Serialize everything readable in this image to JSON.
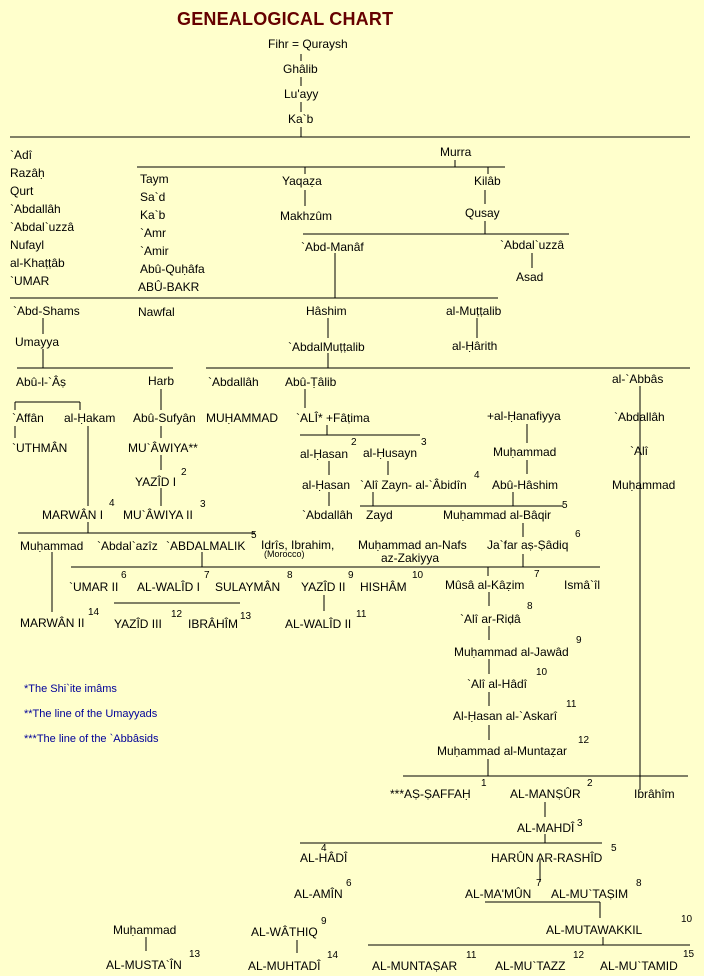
{
  "title": "GENEALOGICAL CHART",
  "legend": [
    "*The Shi`ite imâms",
    "**The line of the Umayyads",
    "***The line of the `Abbâsids"
  ],
  "nodes": [
    {
      "t": "Fihr = Quraysh"
    },
    {
      "t": "Ghâlib"
    },
    {
      "t": "Lu'ayy"
    },
    {
      "t": "Ka`b"
    },
    {
      "t": "`Adî"
    },
    {
      "t": "Razâḥ"
    },
    {
      "t": "Qurt"
    },
    {
      "t": "`Abdallâh"
    },
    {
      "t": "`Abdal`uzzâ"
    },
    {
      "t": "Nufayl"
    },
    {
      "t": "al-Khaṭṭâb"
    },
    {
      "t": "`UMAR"
    },
    {
      "t": "Murra"
    },
    {
      "t": "Taym"
    },
    {
      "t": "Sa`d"
    },
    {
      "t": "Ka`b"
    },
    {
      "t": "`Amr"
    },
    {
      "t": "`Amir"
    },
    {
      "t": "Abû-Quḥâfa"
    },
    {
      "t": "ABÛ-BAKR"
    },
    {
      "t": "Yaqaẓa"
    },
    {
      "t": "Makhzûm"
    },
    {
      "t": "Kilâb"
    },
    {
      "t": "Qusay"
    },
    {
      "t": "`Abd-Manâf"
    },
    {
      "t": "`Abdal`uzzâ"
    },
    {
      "t": "Asad"
    },
    {
      "t": "`Abd-Shams"
    },
    {
      "t": "Nawfal"
    },
    {
      "t": "Hâshim"
    },
    {
      "t": "al-Muṭṭalib"
    },
    {
      "t": "Umayya"
    },
    {
      "t": "`AbdalMuṭṭalib"
    },
    {
      "t": "al-Ḥârith"
    },
    {
      "t": "Abû-l-`Âṣ"
    },
    {
      "t": "Harb"
    },
    {
      "t": "`Abdallâh"
    },
    {
      "t": "Abû-Ṭâlib"
    },
    {
      "t": "al-`Abbâs"
    },
    {
      "t": "`Affân"
    },
    {
      "t": "al-Ḥakam"
    },
    {
      "t": "Abû-Sufyân"
    },
    {
      "t": "MUḤAMMAD"
    },
    {
      "t": "`ALÎ* +Fâṭima"
    },
    {
      "t": "+al-Ḥanafiyya"
    },
    {
      "t": "`Abdallâh"
    },
    {
      "t": "`UTHMÂN"
    },
    {
      "t": "MU`ÂWIYA**"
    },
    {
      "t": "al-Ḥasan"
    },
    {
      "t": "al-Ḥusayn"
    },
    {
      "t": "Muḥammad"
    },
    {
      "t": "`Alî"
    },
    {
      "t": "YAZÎD I"
    },
    {
      "t": "al-Ḥasan"
    },
    {
      "t": "`Alî Zayn- al-`Âbidîn"
    },
    {
      "t": "Abû-Hâshim"
    },
    {
      "t": "Muḥammad"
    },
    {
      "t": "MARWÂN I"
    },
    {
      "t": "MU`ÂWIYA II"
    },
    {
      "t": "`Abdallâh"
    },
    {
      "t": "Zayd"
    },
    {
      "t": "Muḥammad al-Bâqir"
    },
    {
      "t": "Muḥammad"
    },
    {
      "t": "`Abdal`azîz"
    },
    {
      "t": "`ABDALMALIK"
    },
    {
      "t": "Idrîs, Ibrahim,"
    },
    {
      "t": "Muḥammad an-Nafs"
    },
    {
      "t": "Ja`far aṣ-Ṣâdiq"
    },
    {
      "t": "(Morocco)"
    },
    {
      "t": "az-Zakiyya"
    },
    {
      "t": "`UMAR II"
    },
    {
      "t": "AL-WALÎD I"
    },
    {
      "t": "SULAYMÂN"
    },
    {
      "t": "YAZÎD II"
    },
    {
      "t": "HISHÂM"
    },
    {
      "t": "Mûsâ al-Kâẓim"
    },
    {
      "t": "Ismâ`îl"
    },
    {
      "t": "MARWÂN II"
    },
    {
      "t": "YAZÎD III"
    },
    {
      "t": "IBRÂHÎM"
    },
    {
      "t": "AL-WALÎD II"
    },
    {
      "t": "`Alî ar-Riḍâ"
    },
    {
      "t": "Muḥammad al-Jawâd"
    },
    {
      "t": "`Alî al-Hâdî"
    },
    {
      "t": "Al-Ḥasan al-`Askarî"
    },
    {
      "t": "Muḥammad al-Muntaẓar"
    },
    {
      "t": "***AṢ-ṢAFFAḤ"
    },
    {
      "t": "AL-MANṢÛR"
    },
    {
      "t": "Ibrâhîm"
    },
    {
      "t": "AL-MAHDÎ"
    },
    {
      "t": "AL-HÂDÎ"
    },
    {
      "t": "HARÛN AR-RASHÎD"
    },
    {
      "t": "AL-AMÎN"
    },
    {
      "t": "AL-MA'MÛN"
    },
    {
      "t": "AL-MU`TAṢIM"
    },
    {
      "t": "Muḥammad"
    },
    {
      "t": "AL-WÂTHIQ"
    },
    {
      "t": "AL-MUTAWAKKIL"
    },
    {
      "t": "AL-MUSTA`ÎN"
    },
    {
      "t": "AL-MUHTADÎ"
    },
    {
      "t": "AL-MUNTAṢAR"
    },
    {
      "t": "AL-MU`TAZZ"
    },
    {
      "t": "AL-MU`TAMID"
    }
  ],
  "ordinals": [
    "4",
    "3",
    "2",
    "2",
    "3",
    "4",
    "5",
    "6",
    "7",
    "8",
    "9",
    "10",
    "11",
    "12",
    "5",
    "6",
    "7",
    "8",
    "9",
    "10",
    "11",
    "12",
    "13",
    "14",
    "1",
    "2",
    "3",
    "4",
    "5",
    "6",
    "7",
    "8",
    "9",
    "10",
    "11",
    "12",
    "13",
    "14",
    "15"
  ]
}
